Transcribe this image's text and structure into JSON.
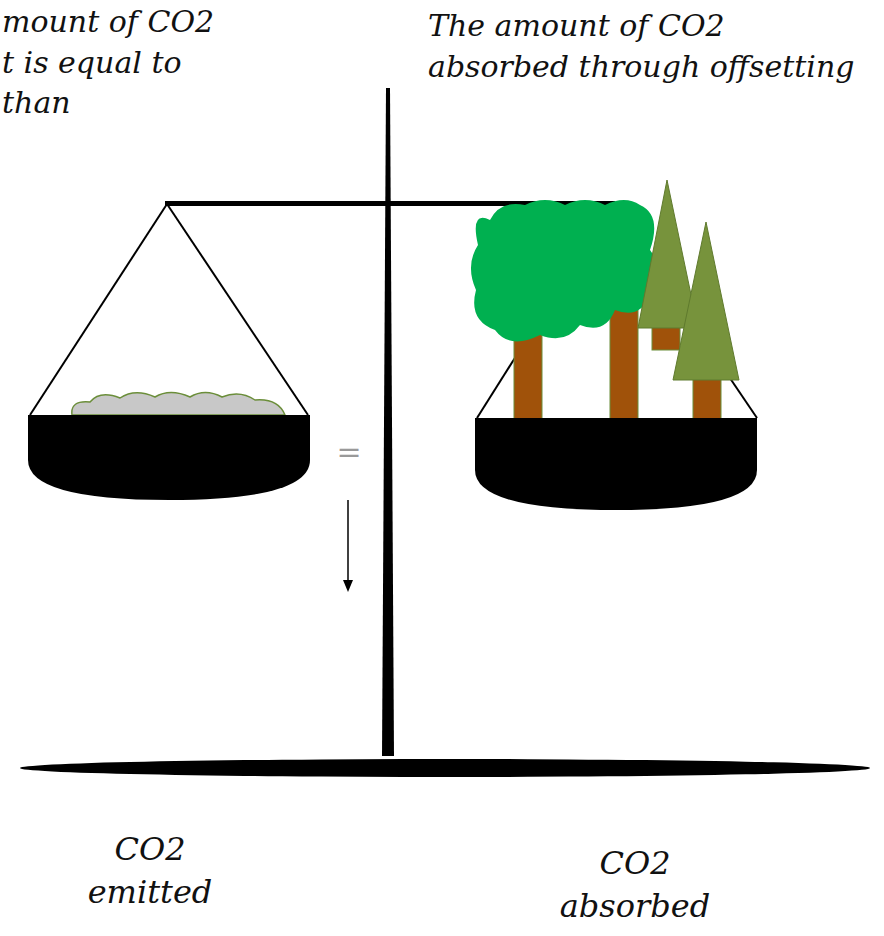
{
  "diagram": {
    "labels": [
      "mount of CO2 t is equal to than",
      "The amount of CO2 absorbed through offsetting",
      "=",
      "CO2 emitted",
      "CO2 absorbed"
    ]
  }
}
